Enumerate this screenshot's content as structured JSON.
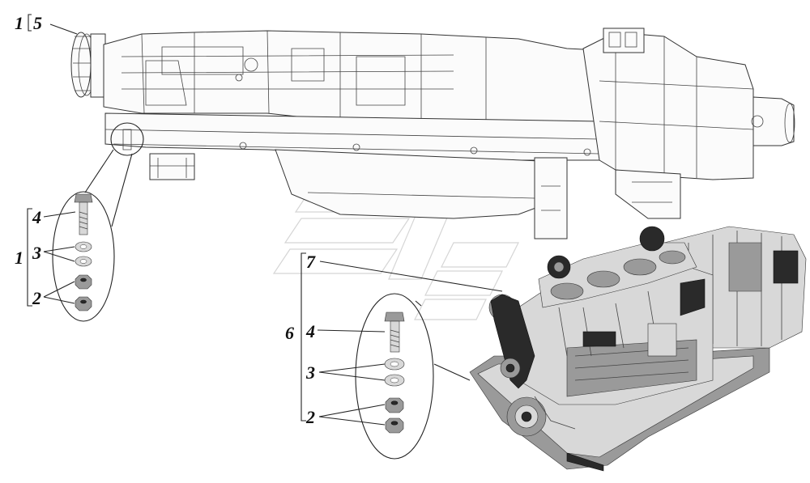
{
  "diagram": {
    "callouts": {
      "top_assembly_number": "1",
      "top_assembly_item": "5",
      "left_group_number": "1",
      "left_bolt": "4",
      "left_washers": "3",
      "left_nuts": "2",
      "right_group_number": "6",
      "right_engine_part": "7",
      "right_bolt": "4",
      "right_washers": "3",
      "right_nuts": "2"
    }
  }
}
